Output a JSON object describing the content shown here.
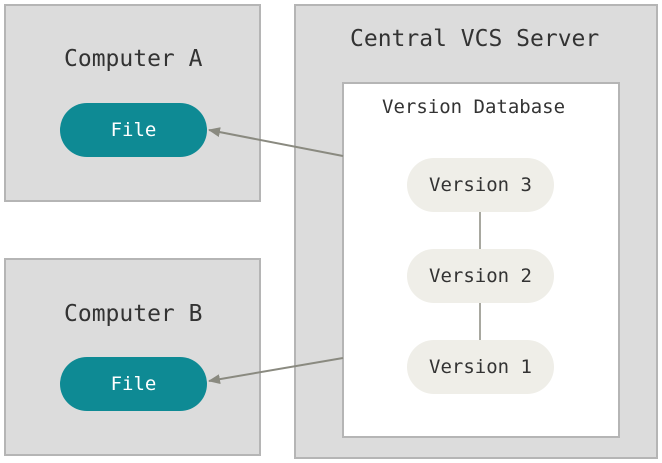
{
  "computer_a": {
    "title": "Computer A",
    "file": "File"
  },
  "computer_b": {
    "title": "Computer B",
    "file": "File"
  },
  "server": {
    "title": "Central VCS Server",
    "database": {
      "title": "Version Database",
      "versions": [
        "Version 3",
        "Version 2",
        "Version 1"
      ]
    }
  },
  "colors": {
    "file_fill": "#0e8a94",
    "version_fill": "#efeee8",
    "panel_fill": "#dcdcdc",
    "arrow": "#8a8a80"
  }
}
